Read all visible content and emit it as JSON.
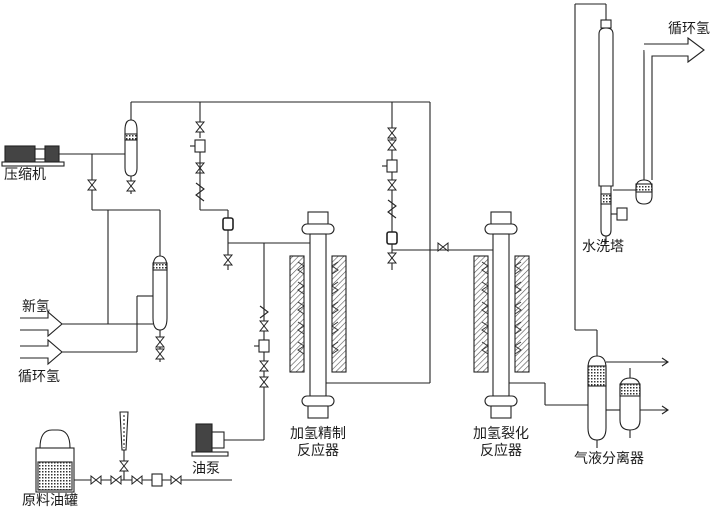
{
  "labels": {
    "compressor": "压缩机",
    "fresh_h2": "新氢",
    "recycle_h2_in": "循环氢",
    "feed_tank": "原料油罐",
    "oil_pump": "油泵",
    "refining_reactor_line1": "加氢精制",
    "refining_reactor_line2": "反应器",
    "cracking_reactor_line1": "加氢裂化",
    "cracking_reactor_line2": "反应器",
    "gl_separator": "气液分离器",
    "water_wash_tower": "水洗塔",
    "recycle_h2_out": "循环氢"
  },
  "colors": {
    "line": "#222222",
    "hatch": "#555555",
    "fill_dark": "#444444"
  }
}
